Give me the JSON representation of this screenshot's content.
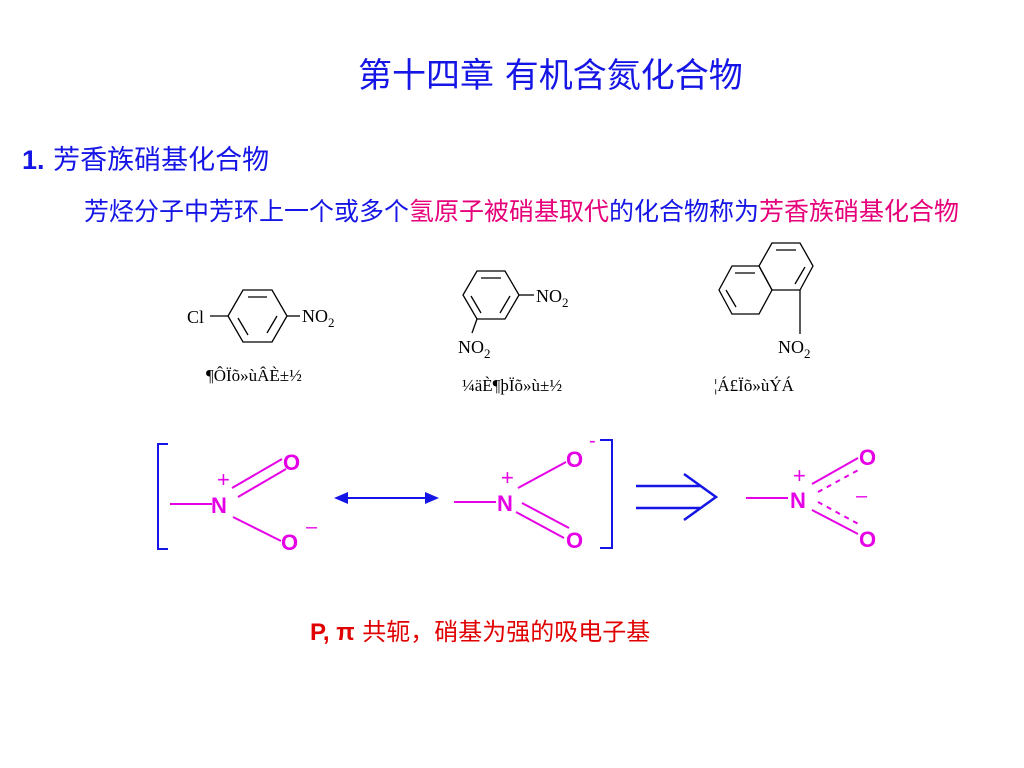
{
  "title": "第十四章  有机含氮化合物",
  "section": {
    "number": "1.",
    "title": "芳香族硝基化合物"
  },
  "definition": {
    "part1": "芳烃分子中芳环上一个或多个",
    "highlight1": "氢原子被硝基取代",
    "part2": "的化合物称为",
    "highlight2": "芳香族硝基化合物"
  },
  "compounds": [
    {
      "substituent_left": "Cl",
      "substituent": "NO2",
      "caption": "¶ÔÏõ»ùÂÈ±½"
    },
    {
      "substituent_top": "NO2",
      "substituent_bottom": "NO2",
      "caption": "¼äÈ¶þÏõ»ù±½"
    },
    {
      "substituent": "NO2",
      "caption": "¦Á£­Ïõ»ùÝÁ"
    }
  ],
  "resonance": {
    "form1": {
      "N": "N",
      "N_charge": "+",
      "O_top": "O",
      "O_bottom": "O",
      "O_bottom_charge": "–"
    },
    "form2": {
      "N": "N",
      "N_charge": "+",
      "O_top": "O",
      "O_top_charge": "-",
      "O_bottom": "O"
    },
    "hybrid": {
      "N": "N",
      "N_charge": "+",
      "O_top": "O",
      "O_bottom": "O",
      "charge": "–"
    }
  },
  "note": {
    "bold": "P, π",
    "text": " 共轭，硝基为强的吸电子基"
  },
  "colors": {
    "title_blue": "#1515e6",
    "highlight_red": "#e6007a",
    "magenta": "#e600e6",
    "arrow_blue": "#1515e6",
    "note_red": "#e00000"
  }
}
